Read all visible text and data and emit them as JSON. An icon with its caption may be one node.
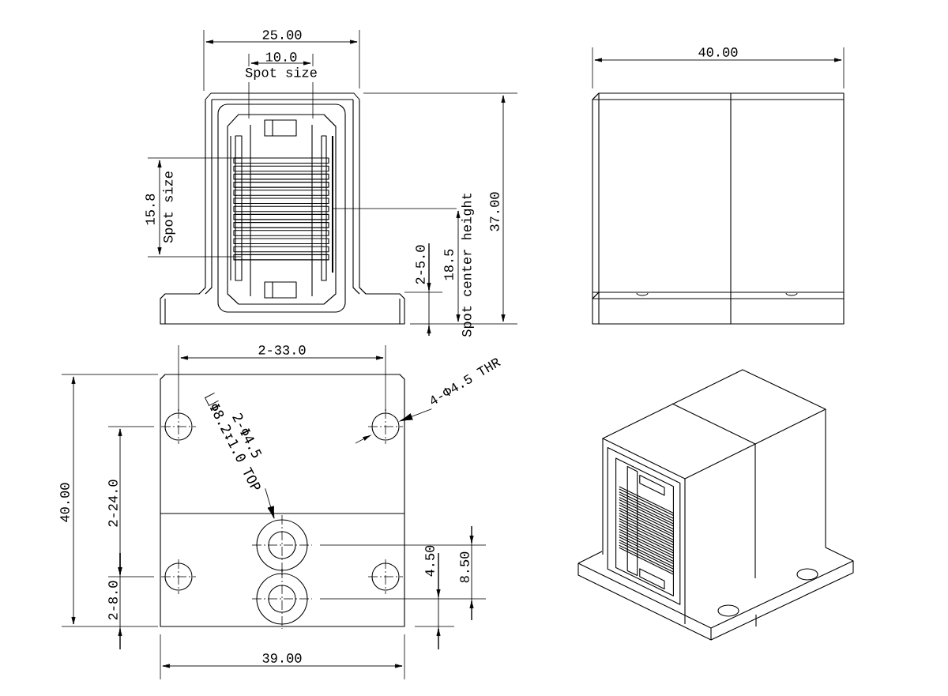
{
  "diagram": {
    "nodes": [
      {
        "text": [
          "4-Φ4.5 THR"
        ]
      },
      {
        "text": [],
        "shape": "circle"
      },
      {
        "text": [
          "2-Φ4.5",
          "Φ8.2↧1.0 TOP"
        ]
      },
      {
        "text": [],
        "shape": "circle"
      }
    ],
    "edges": [
      {
        "from": 0,
        "to": 1,
        "arrow": "to"
      },
      {
        "from": 2,
        "to": 3,
        "arrow": "to"
      }
    ],
    "labels": [
      "25.00",
      "10.0",
      "Spot size",
      "40.00",
      "15.8",
      "Spot size",
      "2-5.0",
      "18.5",
      "Spot center height",
      "37.00",
      "2-33.0",
      "40.00",
      "2-24.0",
      "2-8.0",
      "4.50",
      "8.50",
      "39.00"
    ]
  }
}
